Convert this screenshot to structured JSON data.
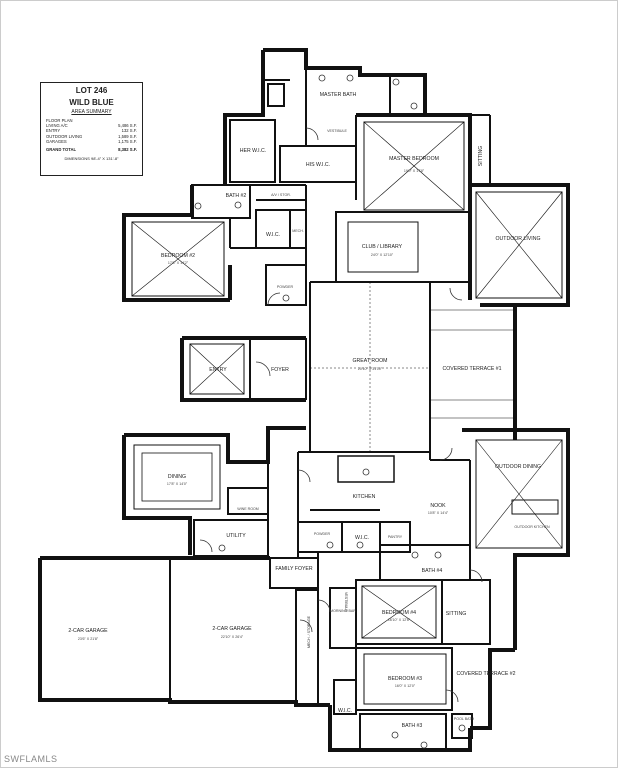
{
  "summary": {
    "lot": "LOT 246",
    "community": "WILD BLUE",
    "heading": "AREA SUMMARY",
    "section": "FLOOR PLAN",
    "rows": [
      {
        "label": "LIVING A/C",
        "value": "5,486 S.F."
      },
      {
        "label": "ENTRY",
        "value": "132 S.F."
      },
      {
        "label": "OUTDOOR LIVING",
        "value": "1,589 S.F."
      },
      {
        "label": "GARAGES",
        "value": "1,175 S.F."
      }
    ],
    "grand_total_label": "GRAND TOTAL",
    "grand_total_value": "8,382 S.F.",
    "dimensions": "DIMENSIONS 98'-4\" X 131'-8\""
  },
  "rooms": {
    "master_bath": "MASTER BATH",
    "her_wic": "HER W.I.C.",
    "his_wic": "HIS W.I.C.",
    "vestibule": "VESTIBULE",
    "master_bedroom": "MASTER BEDROOM",
    "master_bedroom_dims": "19'0\" X 17'8\"",
    "sitting_top": "SITTING",
    "bath2": "BATH #2",
    "av_stor": "A/V / STOR.",
    "mech_top": "MECH.",
    "wic_top": "W.I.C.",
    "bedroom2": "BEDROOM #2",
    "bedroom2_dims": "17'8\" X 14'2\"",
    "club_library": "CLUB / LIBRARY",
    "club_library_dims": "24'0\" X 12'10\"",
    "outdoor_living": "OUTDOOR LIVING",
    "powder_top": "POWDER",
    "entry": "ENTRY",
    "foyer": "FOYER",
    "great_room": "GREAT ROOM",
    "great_room_dims": "20'10\" X 31'10\"",
    "covered_terrace1": "COVERED TERRACE #1",
    "dining": "DINING",
    "dining_dims": "17'8\" X 14'0\"",
    "wine_room": "WINE ROOM",
    "kitchen": "KITCHEN",
    "nook": "NOOK",
    "nook_dims": "10'8\" X 14'4\"",
    "outdoor_dining": "OUTDOOR DINING",
    "outdoor_kitchen": "OUTDOOR KITCHEN",
    "utility": "UTILITY",
    "powder_mid": "POWDER",
    "wic_mid": "W.I.C.",
    "pantry": "PANTRY",
    "family_foyer": "FAMILY FOYER",
    "bath4": "BATH #4",
    "garage2a": "2-CAR GARAGE",
    "garage2a_dims": "23'6\" X 21'8\"",
    "garage2b": "2-CAR GARAGE",
    "garage2b_dims": "22'10\" X 26'4\"",
    "vestibule2": "VESTIBULE",
    "morning_bar": "MORNING BAR",
    "bedroom4": "BEDROOM #4",
    "bedroom4_dims": "16'10\" X 12'6\"",
    "sitting_bot": "SITTING",
    "mech_storage": "MECH. / STORAGE",
    "bedroom3": "BEDROOM #3",
    "bedroom3_dims": "16'0\" X 12'0\"",
    "covered_terrace2": "COVERED TERRACE #2",
    "wic_bot": "W.I.C.",
    "bath3": "BATH #3",
    "pool_bath": "POOL BATH"
  },
  "watermark": "SWFLAMLS"
}
